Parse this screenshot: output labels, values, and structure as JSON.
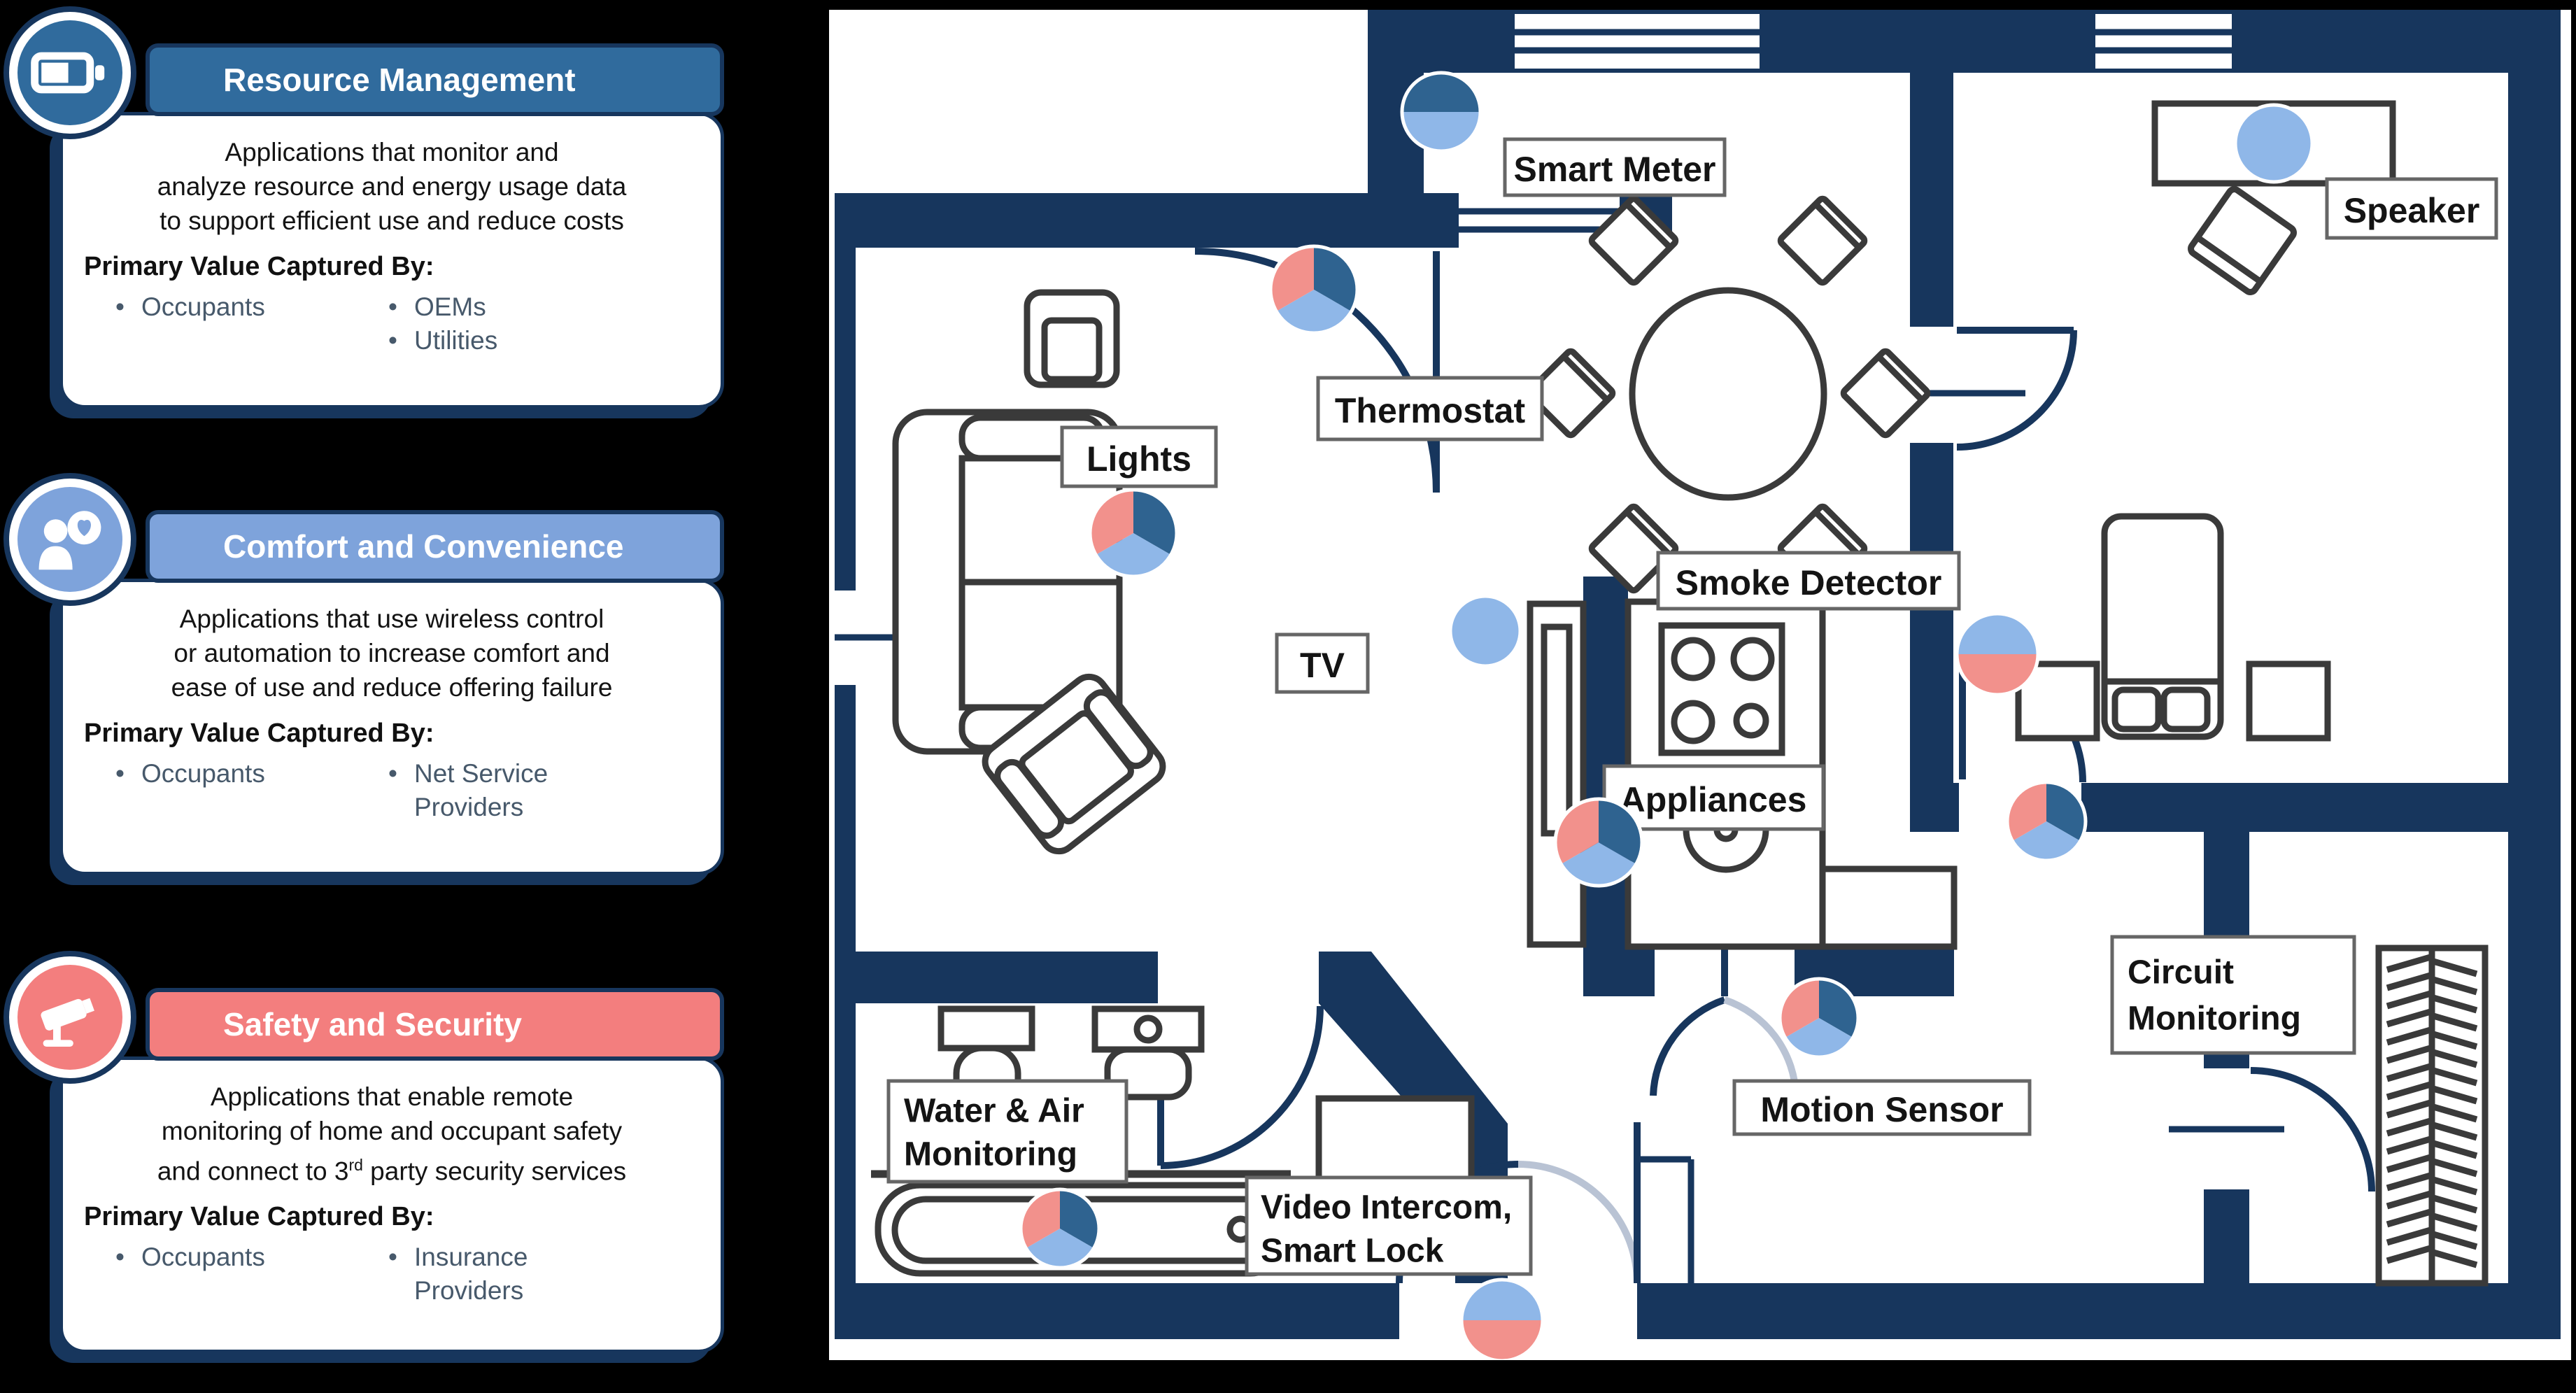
{
  "ui": {
    "bullet_glyph": "•"
  },
  "cards": [
    {
      "id": "resource-management",
      "title": "Resource Management",
      "icon": "battery-icon",
      "accent_color": "#306B9D",
      "description_lines": [
        "Applications that monitor and",
        "analyze resource and energy usage data",
        "to support efficient use and reduce costs"
      ],
      "primary_value_label": "Primary Value Captured By:",
      "value_col1": [
        "Occupants"
      ],
      "value_col2": [
        "OEMs",
        "Utilities"
      ]
    },
    {
      "id": "comfort-and-convenience",
      "title": "Comfort and Convenience",
      "icon": "people-heart-icon",
      "accent_color": "#7EA3DB",
      "description_lines": [
        "Applications that use wireless control",
        "or automation to increase comfort and",
        "ease of use and reduce offering failure"
      ],
      "primary_value_label": "Primary Value Captured By:",
      "value_col1": [
        "Occupants"
      ],
      "value_col2": [
        "Net Service Providers"
      ]
    },
    {
      "id": "safety-and-security",
      "title": "Safety and Security",
      "icon": "security-camera-icon",
      "accent_color": "#F37E7E",
      "description_lines": [
        "Applications that enable remote",
        "monitoring of home and occupant safety"
      ],
      "line3_parts": {
        "pre": "and connect to 3",
        "sup": "rd",
        "post": " party security services"
      },
      "primary_value_label": "Primary Value Captured By:",
      "value_col1": [
        "Occupants"
      ],
      "value_col2": [
        "Insurance Providers"
      ]
    }
  ],
  "floorplan": {
    "legend": {
      "resource": "#2F6390",
      "comfort": "#8FB7E8",
      "safety": "#F2918C"
    },
    "devices": [
      {
        "id": "smart-meter",
        "label": "Smart Meter",
        "slices": [
          "resource",
          "comfort"
        ]
      },
      {
        "id": "thermostat",
        "label": "Thermostat",
        "slices": [
          "resource",
          "comfort",
          "safety"
        ]
      },
      {
        "id": "lights",
        "label": "Lights",
        "slices": [
          "resource",
          "comfort",
          "safety"
        ]
      },
      {
        "id": "tv",
        "label": "TV",
        "slices": [
          "comfort"
        ]
      },
      {
        "id": "smoke-detector",
        "label": "Smoke Detector",
        "slices": [
          "comfort",
          "safety"
        ]
      },
      {
        "id": "appliances",
        "label": "Appliances",
        "slices": [
          "resource",
          "comfort",
          "safety"
        ]
      },
      {
        "id": "speaker",
        "label": "Speaker",
        "slices": [
          "comfort"
        ]
      },
      {
        "id": "circuit-monitoring",
        "label": "Circuit Monitoring",
        "lines": [
          "Circuit",
          "Monitoring"
        ],
        "slices": [
          "resource",
          "comfort",
          "safety"
        ]
      },
      {
        "id": "motion-sensor",
        "label": "Motion Sensor",
        "slices": [
          "resource",
          "comfort",
          "safety"
        ]
      },
      {
        "id": "water-air-monitoring",
        "label": "Water & Air Monitoring",
        "lines": [
          "Water & Air",
          "Monitoring"
        ],
        "slices": [
          "resource",
          "comfort",
          "safety"
        ]
      },
      {
        "id": "video-intercom-smart-lock",
        "label": "Video Intercom, Smart Lock",
        "lines": [
          "Video Intercom,",
          "Smart Lock"
        ],
        "slices": [
          "comfort",
          "safety"
        ]
      }
    ]
  }
}
